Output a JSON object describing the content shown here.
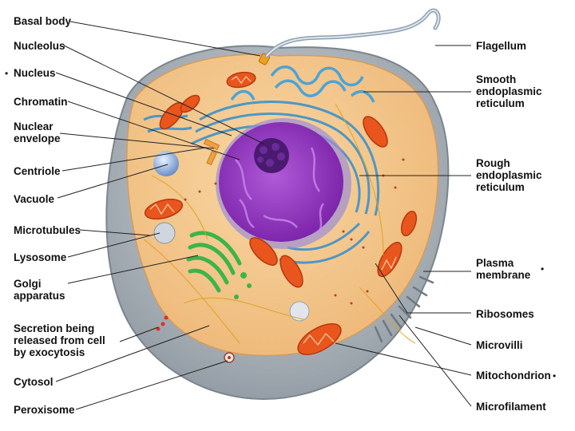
{
  "colors": {
    "cytosol": "#f3c98f",
    "nucleus": "#8a2fb8",
    "nucleolus": "#4a1a70",
    "mitochondrion": "#e8561e",
    "golgi": "#3cb44a",
    "er": "#2f8fd0",
    "membrane": "#9aa3ad"
  },
  "labels_left": [
    "Basal body",
    "Nucleolus",
    "Nucleus",
    "Chromatin",
    "Nuclear\nenvelope",
    "Centriole",
    "Vacuole",
    "Microtubules",
    "Lysosome",
    "Golgi\napparatus",
    "Secretion being\nreleased from cell\nby exocytosis",
    "Cytosol",
    "Peroxisome"
  ],
  "labels_right": [
    "Flagellum",
    "Smooth\nendoplasmic\nreticulum",
    "Rough\nendoplasmic\nreticulum",
    "Plasma\nmembrane",
    "Ribosomes",
    "Microvilli",
    "Mitochondrion",
    "Microfilament"
  ]
}
